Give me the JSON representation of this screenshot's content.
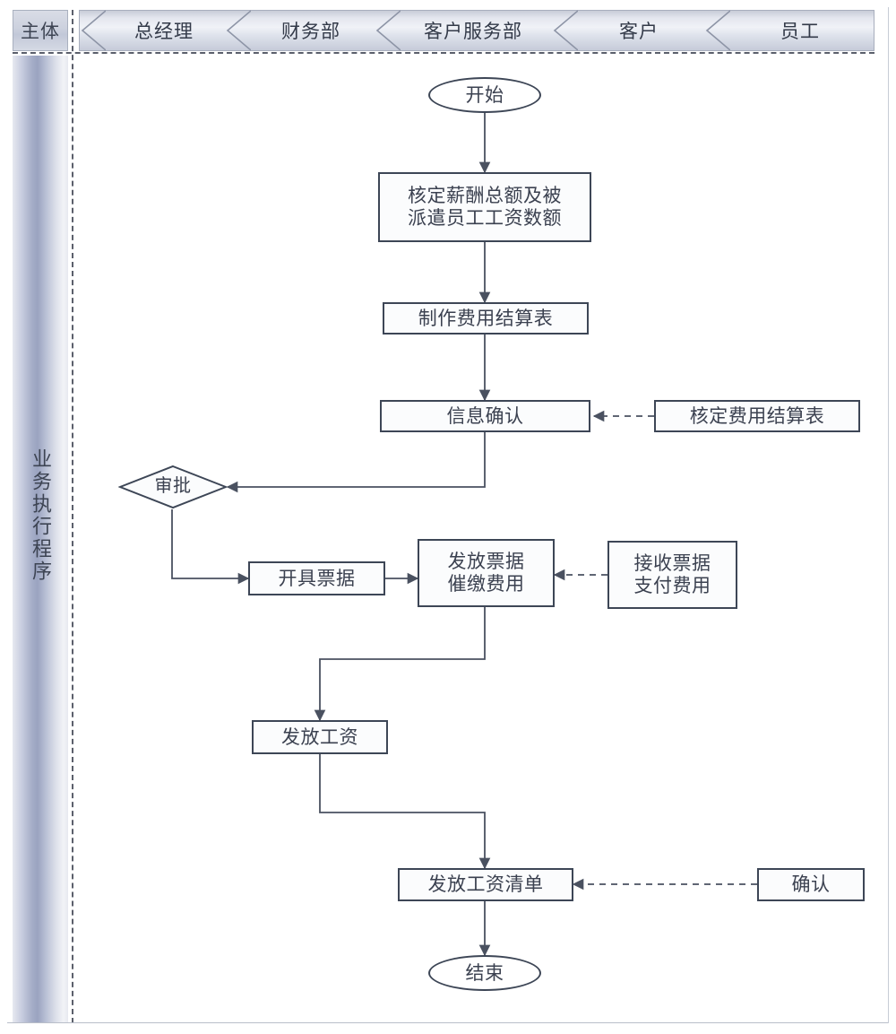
{
  "header": {
    "subject_label": "主体",
    "lanes": [
      {
        "id": "lane-gm",
        "label": "总经理"
      },
      {
        "id": "lane-finance",
        "label": "财务部"
      },
      {
        "id": "lane-service",
        "label": "客户服务部"
      },
      {
        "id": "lane-customer",
        "label": "客户"
      },
      {
        "id": "lane-employee",
        "label": "员工"
      }
    ]
  },
  "sidebar": {
    "band_label": "业务执行程序"
  },
  "chart_data": {
    "type": "diagram",
    "title": "业务执行程序流程图",
    "swimlanes": [
      "总经理",
      "财务部",
      "客户服务部",
      "客户",
      "员工"
    ],
    "nodes": [
      {
        "id": "start",
        "label": "开始",
        "shape": "terminal",
        "lane": "客户服务部"
      },
      {
        "id": "n1",
        "label": "核定薪酬总额及被\n派遣员工工资数额",
        "shape": "process",
        "lane": "客户服务部"
      },
      {
        "id": "n2",
        "label": "制作费用结算表",
        "shape": "process",
        "lane": "客户服务部"
      },
      {
        "id": "n3",
        "label": "信息确认",
        "shape": "process",
        "lane": "客户服务部"
      },
      {
        "id": "n4",
        "label": "核定费用结算表",
        "shape": "process",
        "lane": "客户"
      },
      {
        "id": "d1",
        "label": "审批",
        "shape": "decision",
        "lane": "总经理"
      },
      {
        "id": "n5",
        "label": "开具票据",
        "shape": "process",
        "lane": "财务部"
      },
      {
        "id": "n6",
        "label": "发放票据\n催缴费用",
        "shape": "process",
        "lane": "客户服务部"
      },
      {
        "id": "n7",
        "label": "接收票据\n支付费用",
        "shape": "process",
        "lane": "客户"
      },
      {
        "id": "n8",
        "label": "发放工资",
        "shape": "process",
        "lane": "财务部"
      },
      {
        "id": "n9",
        "label": "发放工资清单",
        "shape": "process",
        "lane": "客户服务部"
      },
      {
        "id": "n10",
        "label": "确认",
        "shape": "process",
        "lane": "员工"
      },
      {
        "id": "end",
        "label": "结束",
        "shape": "terminal",
        "lane": "客户服务部"
      }
    ],
    "edges": [
      {
        "from": "start",
        "to": "n1",
        "style": "solid"
      },
      {
        "from": "n1",
        "to": "n2",
        "style": "solid"
      },
      {
        "from": "n2",
        "to": "n3",
        "style": "solid"
      },
      {
        "from": "n4",
        "to": "n3",
        "style": "dashed"
      },
      {
        "from": "n3",
        "to": "d1",
        "style": "solid"
      },
      {
        "from": "d1",
        "to": "n5",
        "style": "solid"
      },
      {
        "from": "n5",
        "to": "n6",
        "style": "solid"
      },
      {
        "from": "n7",
        "to": "n6",
        "style": "dashed"
      },
      {
        "from": "n6",
        "to": "n8",
        "style": "solid"
      },
      {
        "from": "n8",
        "to": "n9",
        "style": "solid"
      },
      {
        "from": "n10",
        "to": "n9",
        "style": "dashed"
      },
      {
        "from": "n9",
        "to": "end",
        "style": "solid"
      }
    ]
  },
  "nodes": {
    "start": "开始",
    "n1_l1": "核定薪酬总额及被",
    "n1_l2": "派遣员工工资数额",
    "n2": "制作费用结算表",
    "n3": "信息确认",
    "n4": "核定费用结算表",
    "d1": "审批",
    "n5": "开具票据",
    "n6_l1": "发放票据",
    "n6_l2": "催缴费用",
    "n7_l1": "接收票据",
    "n7_l2": "支付费用",
    "n8": "发放工资",
    "n9": "发放工资清单",
    "n10": "确认",
    "end": "结束"
  },
  "colors": {
    "node_border": "#3d4656",
    "node_fill": "#fbfcfd",
    "connector": "#4a5160",
    "header_accent": "#9aa3c0",
    "text": "#3b4150"
  }
}
